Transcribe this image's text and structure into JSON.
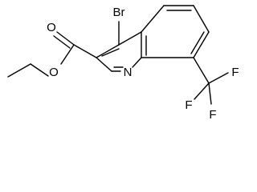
{
  "molecule": {
    "atoms": {
      "bromine": "Br",
      "ester_carbonyl_oxygen": "O",
      "ester_ether_oxygen": "O",
      "ring_nitrogen": "N",
      "fluorine_1": "F",
      "fluorine_2": "F",
      "fluorine_3": "F"
    }
  },
  "colors": {
    "bond": "#000000",
    "label": "#000000",
    "background": "#ffffff"
  }
}
